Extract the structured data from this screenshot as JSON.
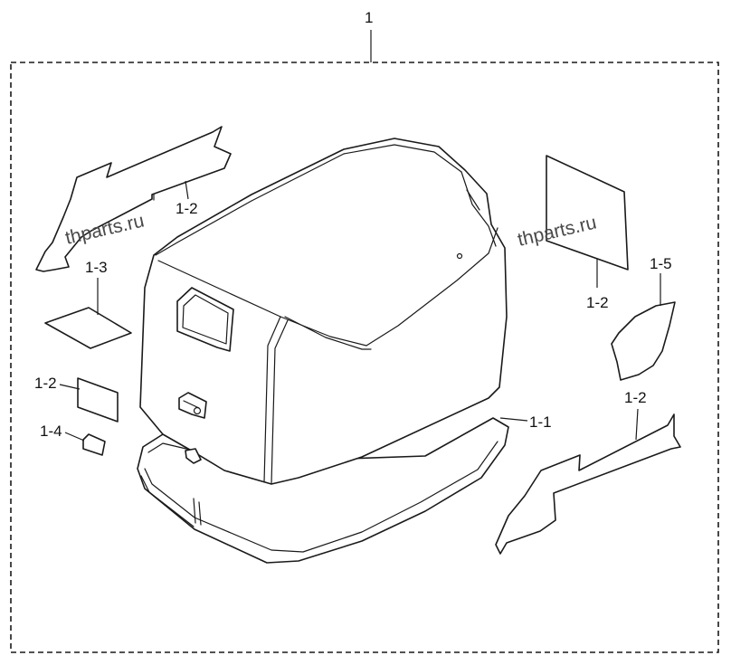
{
  "labels": {
    "assembly": "1",
    "gasket": "1-1",
    "decal_left_upper": "1-2",
    "decal_left_small": "1-2",
    "decal_right_upper": "1-2",
    "decal_right_lower": "1-2",
    "label_1_3": "1-3",
    "label_1_4": "1-4",
    "label_1_5": "1-5"
  },
  "watermarks": {
    "left": "thparts.ru",
    "right": "thparts.ru"
  },
  "colors": {
    "line": "#1a1a1a",
    "watermark": "#4a4a4a",
    "background": "#ffffff"
  }
}
